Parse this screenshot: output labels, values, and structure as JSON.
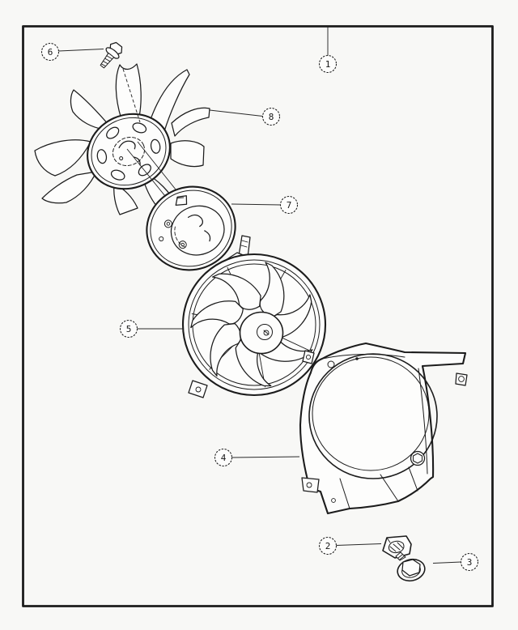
{
  "figure": {
    "kind": "exploded-parts-diagram",
    "callouts": [
      {
        "number": "1",
        "part": "complete-fan-and-shroud-assembly"
      },
      {
        "number": "2",
        "part": "retainer-clip-nut"
      },
      {
        "number": "3",
        "part": "shroud-mounting-bolt"
      },
      {
        "number": "4",
        "part": "fan-shroud"
      },
      {
        "number": "5",
        "part": "electric-cooling-fan-module"
      },
      {
        "number": "6",
        "part": "fan-blade-bolt"
      },
      {
        "number": "7",
        "part": "fan-clutch-drive"
      },
      {
        "number": "8",
        "part": "mechanical-fan-blade"
      }
    ]
  },
  "colors": {
    "line": "#1c1c1c",
    "background": "#f8f8f6"
  }
}
